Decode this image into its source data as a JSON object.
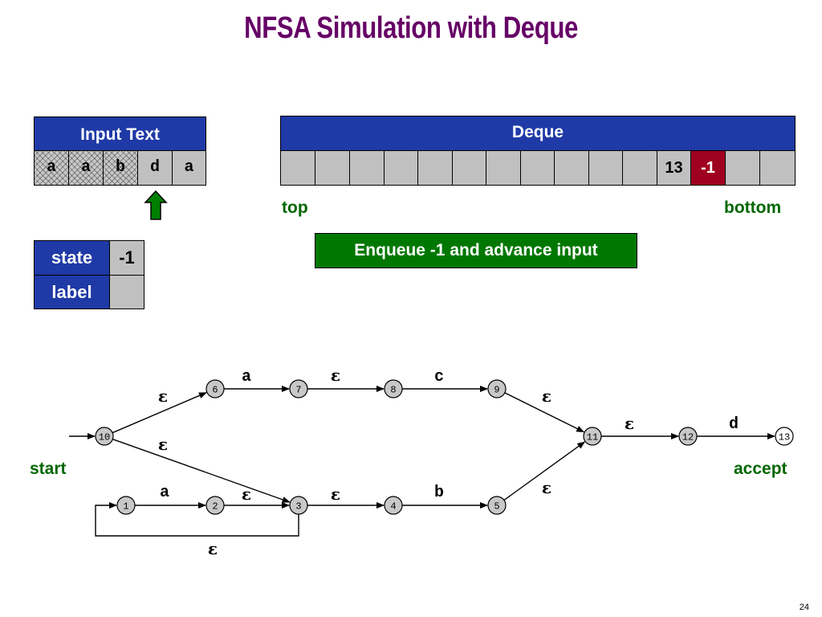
{
  "title": "NFSA Simulation with Deque",
  "input_text": {
    "header": "Input Text",
    "cells": [
      "a",
      "a",
      "b",
      "d",
      "a"
    ],
    "consumed_count": 3
  },
  "deque": {
    "header": "Deque",
    "cells": [
      "",
      "",
      "",
      "",
      "",
      "",
      "",
      "",
      "",
      "",
      "",
      "13",
      "-1",
      "",
      ""
    ],
    "top_label": "top",
    "bottom_label": "bottom"
  },
  "message": "Enqueue -1 and advance input",
  "state_table": {
    "state_label": "state",
    "state_value": "-1",
    "label_label": "label",
    "label_value": ""
  },
  "automaton": {
    "start_label": "start",
    "accept_label": "accept",
    "states": [
      "1",
      "2",
      "3",
      "4",
      "5",
      "6",
      "7",
      "8",
      "9",
      "10",
      "11",
      "12",
      "13"
    ],
    "accept_state": "13",
    "transitions": [
      {
        "from": "10",
        "to": "6",
        "label": "ε"
      },
      {
        "from": "6",
        "to": "7",
        "label": "a"
      },
      {
        "from": "7",
        "to": "8",
        "label": "ε"
      },
      {
        "from": "8",
        "to": "9",
        "label": "c"
      },
      {
        "from": "9",
        "to": "11",
        "label": "ε"
      },
      {
        "from": "10",
        "to": "3",
        "label": "ε"
      },
      {
        "from": "1",
        "to": "2",
        "label": "a"
      },
      {
        "from": "2",
        "to": "3",
        "label": "ε"
      },
      {
        "from": "3",
        "to": "4",
        "label": "ε"
      },
      {
        "from": "4",
        "to": "5",
        "label": "b"
      },
      {
        "from": "5",
        "to": "11",
        "label": "ε"
      },
      {
        "from": "3",
        "to": "1",
        "label": "ε"
      },
      {
        "from": "11",
        "to": "12",
        "label": "ε"
      },
      {
        "from": "12",
        "to": "13",
        "label": "d"
      }
    ]
  },
  "colors": {
    "title": "#660066",
    "header_blue": "#1f3aa6",
    "highlight_red": "#a00020",
    "message_green": "#007700",
    "label_green": "#006600",
    "cell_gray": "#c0c0c0"
  },
  "page_number": "24"
}
